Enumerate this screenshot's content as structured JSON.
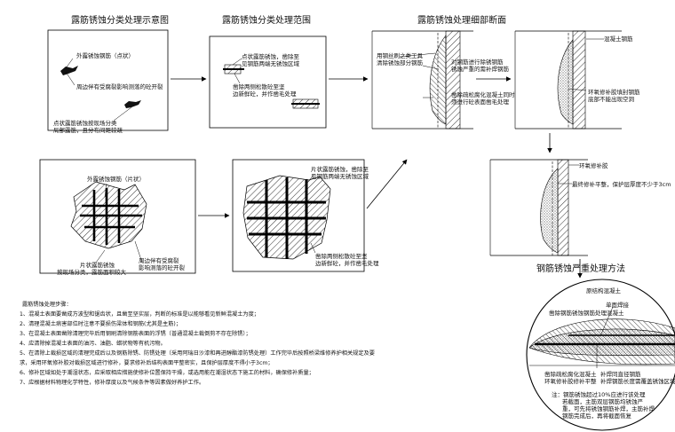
{
  "titles": {
    "diagram1": "露筋锈蚀分类处理示意图",
    "diagram2": "露筋锈蚀分类处理范围",
    "diagram3": "露筋锈蚀处理细部断面",
    "diagram4": "钢筋锈蚀严重处理方法"
  },
  "box1": {
    "label_a": "外露锈蚀钢筋（点状）",
    "label_b": "周边伴有受腐裂影响测落的砼开裂",
    "label_c1": "点状露筋锈蚀按现场分类",
    "label_c2": "局部露筋，且分布间距较疏"
  },
  "box2": {
    "label_a1": "点状露筋锈蚀，凿除至",
    "label_a2": "见钢筋两端无锈蚀区域",
    "label_b1": "凿除两侧松散砼至坚",
    "label_b2": "边新鲜砼，并作凿毛处理"
  },
  "box3": {
    "label_a1": "用钢丝刷之类工具",
    "label_a2": "清除锈蚀部分钢筋",
    "label_b1": "对钢筋进行除锈钢筋",
    "label_b2": "锈蚀严重的需补焊钢筋",
    "label_c1": "凿除疏松腐化混凝土同时",
    "label_c2": "须进行砼表面凿毛处理"
  },
  "box4": {
    "label_a": "混凝土钢筋",
    "label_b1": "环氧修补胶填封钢筋",
    "label_b2": "底部不能出现空洞"
  },
  "box5": {
    "label_a": "外露锈蚀钢筋（片状）",
    "label_b1": "片状露筋锈蚀",
    "label_b2": "按现场分类，露筋面积较大",
    "label_c1": "周边伴有受腐裂",
    "label_c2": "影响测落的砼开裂"
  },
  "box6": {
    "label_a1": "片状露筋锈蚀，凿除至",
    "label_a2": "见钢筋两端无锈蚀区域",
    "label_b1": "凿除两侧松散砼至坚",
    "label_b2": "边新鲜砼，并作凿毛处理"
  },
  "box7": {
    "label_a": "环氧修补胶",
    "label_b": "最终修补平整，保护层厚度不少于3cm"
  },
  "circle": {
    "label_top": "原结构混凝土",
    "label_a": "凿除钢筋锈蚀钢筋处理混凝土",
    "label_b": "单面焊接",
    "label_c1": "凿除疏松腐化混凝土",
    "label_c2": "环氧修补胶修补平整",
    "label_d1": "补焊同直径钢筋",
    "label_d2": "补焊钢筋长度需覆盖锈蚀区域",
    "note1": "注：钢筋锈蚀超过10%应进行该处理",
    "note2": "若截面，主筋双层钢筋均锈蚀严",
    "note3": "重，可先将锈蚀钢筋补焊，主筋补焊",
    "note4": "钢筋完成后，再将截面恢复"
  },
  "notes": {
    "heading": "露筋锈蚀处理步骤：",
    "items": [
      "1、混凝土表面要凿成方波型和锯齿状，且凿至坚实层，判断的标准是以能够看见新鲜混凝土为度；",
      "2、清理混凝土病害部位时注意不要损伤梁体和钢筋(尤其是主筋)；",
      "3、在混凝土表面凿除清理完毕后用钢刷清除钢筋表面的浮锈（普通混凝土裁倒剪不存在除锈）；",
      "4、应清除掉混凝土表面的油污、油脂、蜡状物等有机污物。",
      "5、在清除上裁损区域的清理完成后以及钢筋除锈、防锈处理（采用阿瑞日沙漆和再进醇酯漆防锈处理）工作完毕后按照桥梁维修养护相关规定及要",
      "    求，采用环氧修补胶对裁损区域进行修补，要求修补后结构表面平整密实，且保护层厚度不得小于3cm；",
      "6、修补区域如处于潮湿状态，应采取相应措施使修补位置保持干燥，或选用能在潮湿状态下施工的材料，确保修补质量；",
      "7、应根据材料物理化学特性，修补厚度以及气候条件等因素做好养护工作。"
    ]
  }
}
